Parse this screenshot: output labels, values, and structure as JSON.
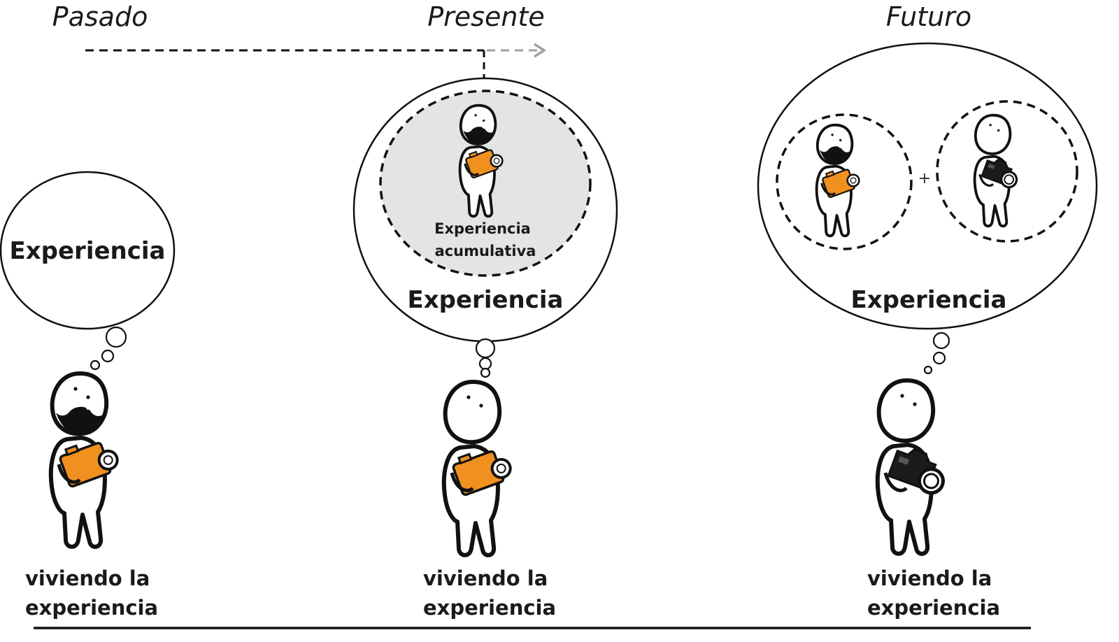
{
  "timeline": {
    "past_label": "Pasado",
    "present_label": "Presente",
    "future_label": "Futuro"
  },
  "past": {
    "bubble_label": "Experiencia",
    "caption_line1": "viviendo la",
    "caption_line2": "experiencia"
  },
  "present": {
    "inner_label_line1": "Experiencia",
    "inner_label_line2": "acumulativa",
    "bubble_label": "Experiencia",
    "caption_line1": "viviendo la",
    "caption_line2": "experiencia"
  },
  "future": {
    "plus_sign": "+",
    "bubble_label": "Experiencia",
    "caption_line1": "viviendo la",
    "caption_line2": "experiencia"
  },
  "colors": {
    "camera_orange": "#F0901E",
    "ink": "#111111",
    "memory_fill": "#e3e4e6",
    "arrow_gray": "#a0a0a0"
  }
}
